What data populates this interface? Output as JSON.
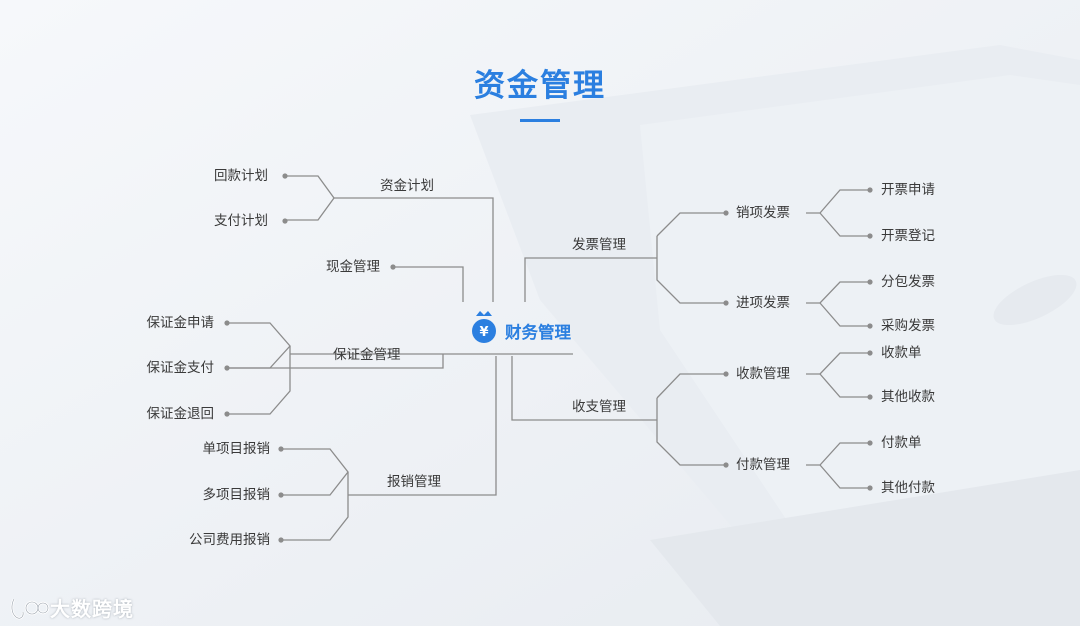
{
  "title": "资金管理",
  "center": {
    "label": "财务管理",
    "icon": "money-bag-icon"
  },
  "left": {
    "fund_plan": {
      "label": "资金计划",
      "items": [
        "回款计划",
        "支付计划"
      ]
    },
    "cash_mgmt": {
      "label": "现金管理"
    },
    "deposit_mgmt": {
      "label": "保证金管理",
      "items": [
        "保证金申请",
        "保证金支付",
        "保证金退回"
      ]
    },
    "expense_mgmt": {
      "label": "报销管理",
      "items": [
        "单项目报销",
        "多项目报销",
        "公司费用报销"
      ]
    }
  },
  "right": {
    "invoice_mgmt": {
      "label": "发票管理",
      "output_invoice": {
        "label": "销项发票",
        "items": [
          "开票申请",
          "开票登记"
        ]
      },
      "input_invoice": {
        "label": "进项发票",
        "items": [
          "分包发票",
          "采购发票"
        ]
      }
    },
    "payment_mgmt": {
      "label": "收支管理",
      "receipt_mgmt": {
        "label": "收款管理",
        "items": [
          "收款单",
          "其他收款"
        ]
      },
      "pay_mgmt": {
        "label": "付款管理",
        "items": [
          "付款单",
          "其他付款"
        ]
      }
    }
  },
  "brand": {
    "name": "大数跨境",
    "logo": "brand-logo-icon"
  },
  "colors": {
    "accent": "#2b7fe0",
    "line": "#8c8c8c",
    "text": "#3a3a3a"
  }
}
